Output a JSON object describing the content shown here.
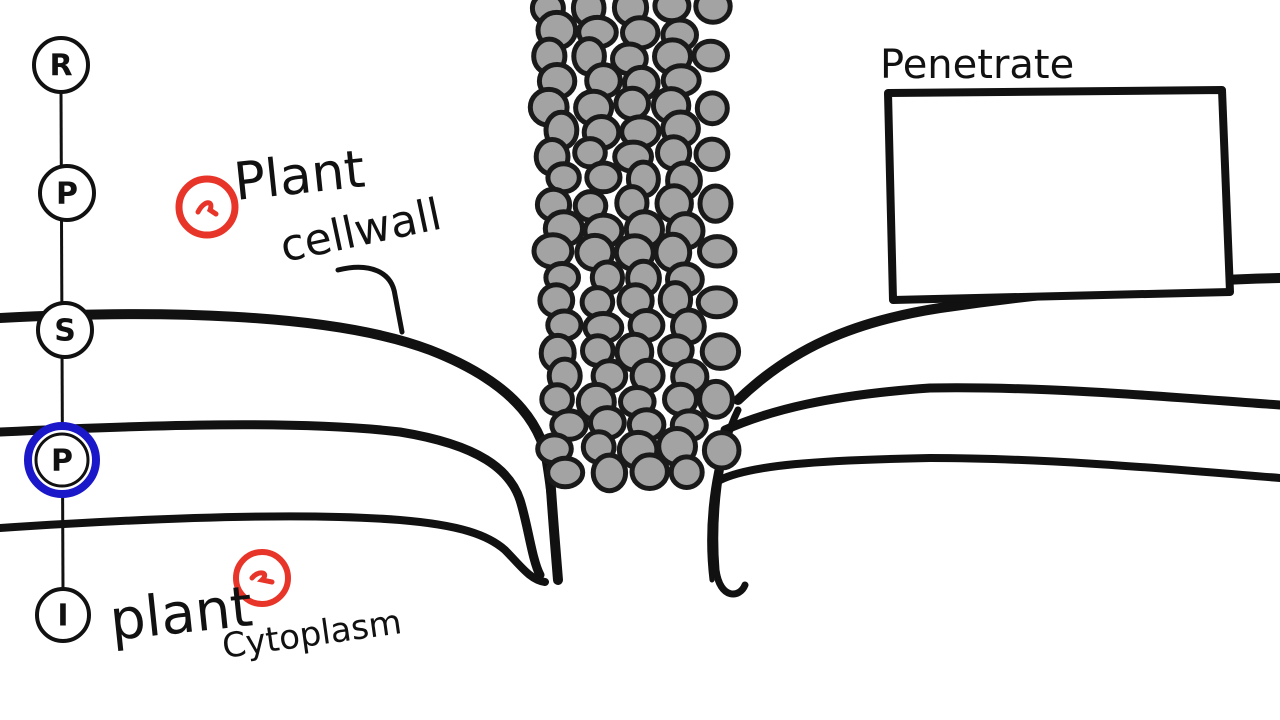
{
  "stepper": {
    "nodes": [
      {
        "letter": "R",
        "highlighted": false
      },
      {
        "letter": "P",
        "highlighted": false
      },
      {
        "letter": "S",
        "highlighted": false
      },
      {
        "letter": "P",
        "highlighted": true
      },
      {
        "letter": "I",
        "highlighted": false
      }
    ],
    "highlight_color": "#1a18c8"
  },
  "labels": {
    "cell_wall_line1": "Plant",
    "cell_wall_line2": "cellwall",
    "cytoplasm_line1": "plant",
    "cytoplasm_line2": "Cytoplasm",
    "answer_box_title": "Penetrate"
  },
  "markers": {
    "color": "#e8352a"
  },
  "answer_box": {
    "value": ""
  }
}
